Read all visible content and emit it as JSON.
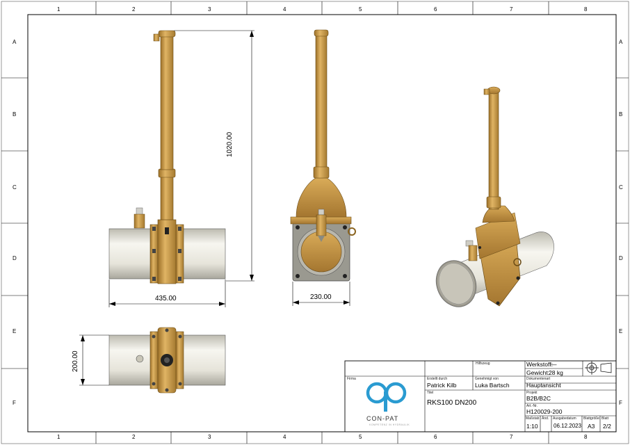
{
  "zones": {
    "columns": [
      "1",
      "2",
      "3",
      "4",
      "5",
      "6",
      "7",
      "8"
    ],
    "rows": [
      "A",
      "B",
      "C",
      "D",
      "E",
      "F"
    ]
  },
  "dimensions": {
    "height": "1020.00",
    "width_front": "435.00",
    "width_side": "230.00",
    "width_top": "200.00"
  },
  "title_block": {
    "firma_label": "Firma",
    "hilfszeug_label": "Hilfszeug",
    "werkstoff_label": "Werkstoff:",
    "werkstoff_value": "—",
    "gewicht_label": "Gewicht:",
    "gewicht_value": "28 kg",
    "erstellt_label": "Erstellt durch",
    "erstellt_value": "Patrick Kilb",
    "genehmigt_label": "Genehmigt von",
    "genehmigt_value": "Luka Bartsch",
    "dokumentenart_label": "Dokumentenart",
    "dokumentenart_value": "Hauptansicht",
    "titel_label": "Titel",
    "titel_value": "RKS100 DN200",
    "projekt_label": "Projekt",
    "projekt_value": "B2B/B2C",
    "artnr_label": "Art.-Nr.",
    "artnr_value": "H120029-200",
    "massstab_label": "Maßstab",
    "massstab_value": "1:10",
    "aend_label": "Änd.",
    "ausgabe_label": "Ausgabedatum",
    "ausgabe_value": "06.12.2023",
    "blatt_groesse_label": "Blattgröße",
    "blatt_groesse_value": "A3",
    "blatt_label": "Blatt",
    "blatt_value": "2/2",
    "logo_text": "CON-PAT",
    "logo_tagline": "KOMPETENZ IN HYDRAULIK",
    "colors": {
      "logo_blue": "#2a9bd1",
      "brass": "#c9963f",
      "brass_dark": "#8a6420",
      "pipe": "#e4e2d8"
    }
  }
}
